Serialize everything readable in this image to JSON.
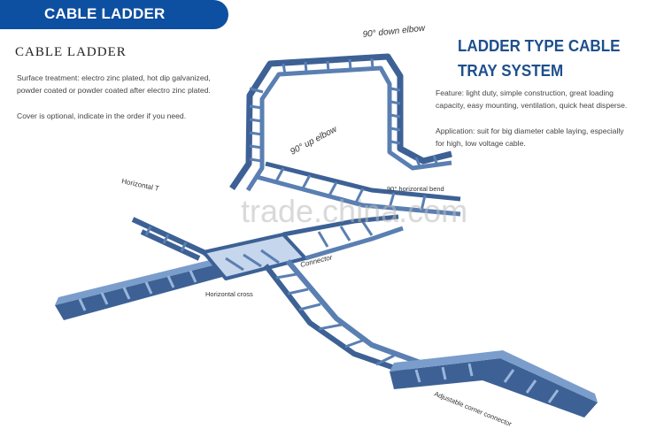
{
  "banner": {
    "title": "CABLE LADDER"
  },
  "left": {
    "subtitle": "CABLE  LADDER",
    "surface_line1": "Surface treatment: electro zinc plated, hot dip galvanized,",
    "surface_line2": "powder coated or powder coated after electro zinc plated.",
    "cover_note": "Cover is optional, indicate in the order if you need."
  },
  "right": {
    "title_line1": "LADDER TYPE CABLE",
    "title_line2": "TRAY SYSTEM",
    "feature_line1": "Feature: light duty, simple construction, great loading",
    "feature_line2": "capacity, easy mounting, ventilation, quick heat disperse.",
    "application_line1": "Application: suit for big diameter cable laying, especially",
    "application_line2": "for high, low voltage cable."
  },
  "labels": {
    "down_elbow": "90° down elbow",
    "up_elbow": "90° up elbow",
    "horizontal_bend": "90° horizontal bend",
    "horizontal_tee": "Horizontal T",
    "connector": "Connector",
    "horizontal_cross": "Horizontal cross",
    "adjustable_connector": "Adjustable corner connector"
  },
  "watermark": "trade.china.com",
  "colors": {
    "banner": "#0d4fa0",
    "title": "#1d4f8c",
    "tray": "#5a7fb2",
    "tray_dark": "#3d6195"
  }
}
